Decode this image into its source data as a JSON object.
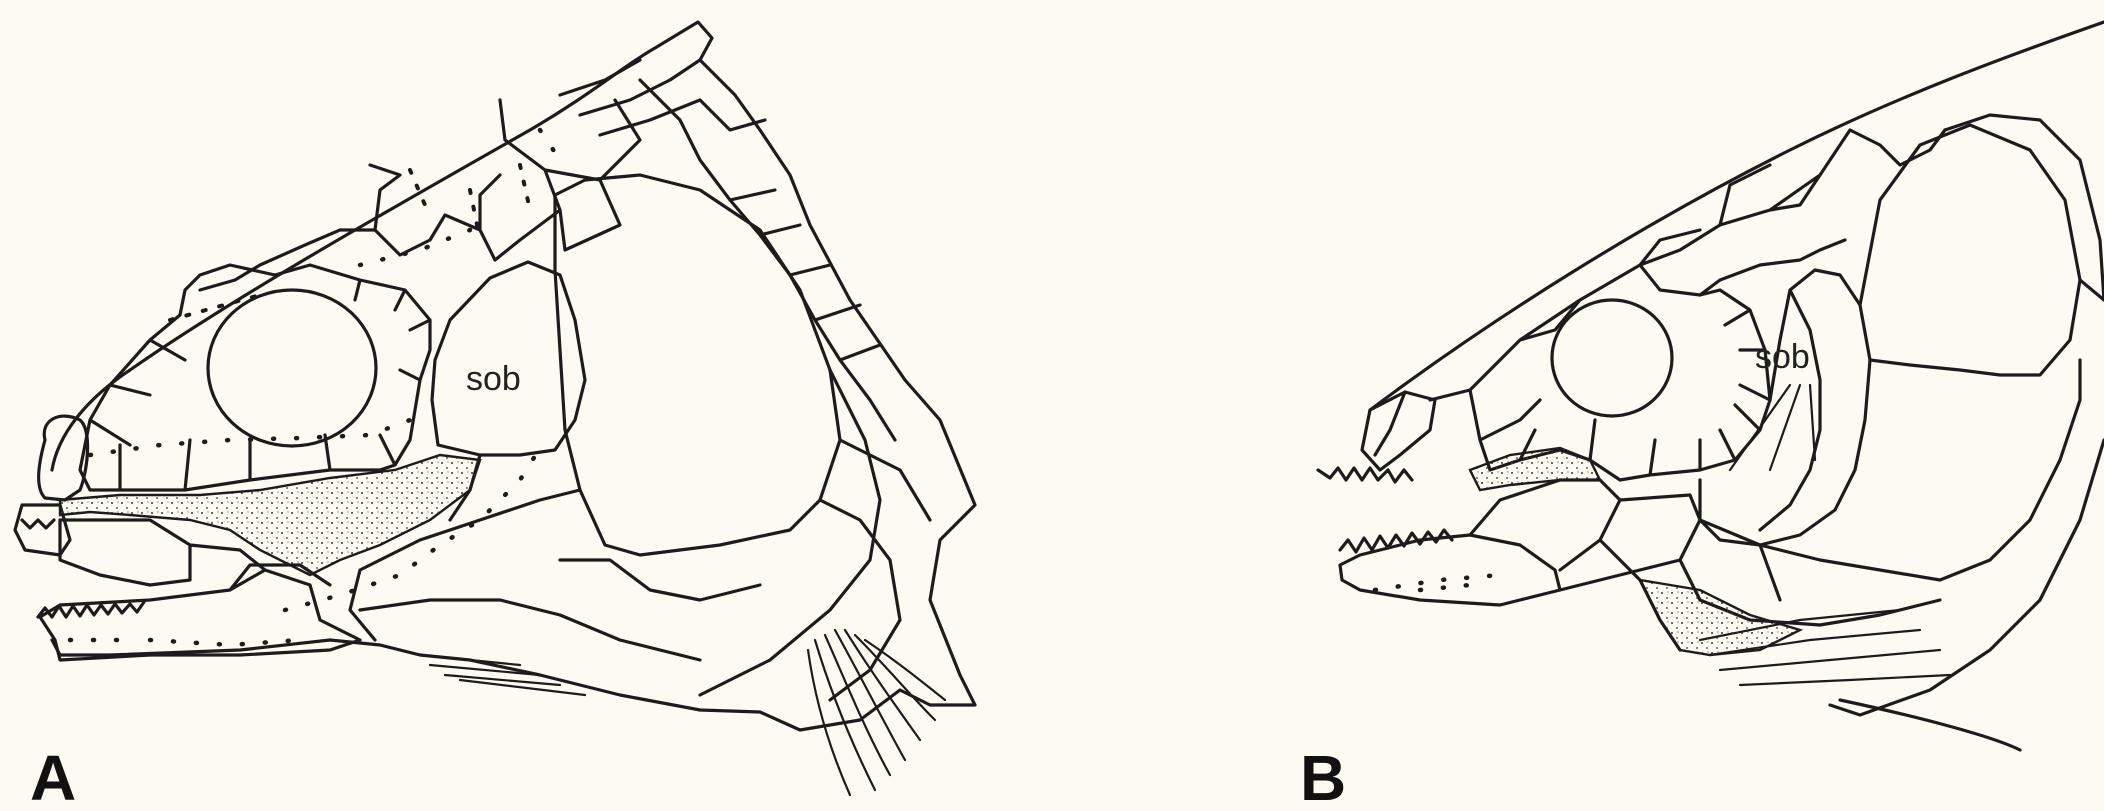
{
  "figure": {
    "panels": [
      {
        "id": "A",
        "letter": "A",
        "structure_label": "sob"
      },
      {
        "id": "B",
        "letter": "B",
        "structure_label": "sob"
      }
    ],
    "colors": {
      "background": "#fcfbf1",
      "ink": "#1c1c1c"
    }
  }
}
